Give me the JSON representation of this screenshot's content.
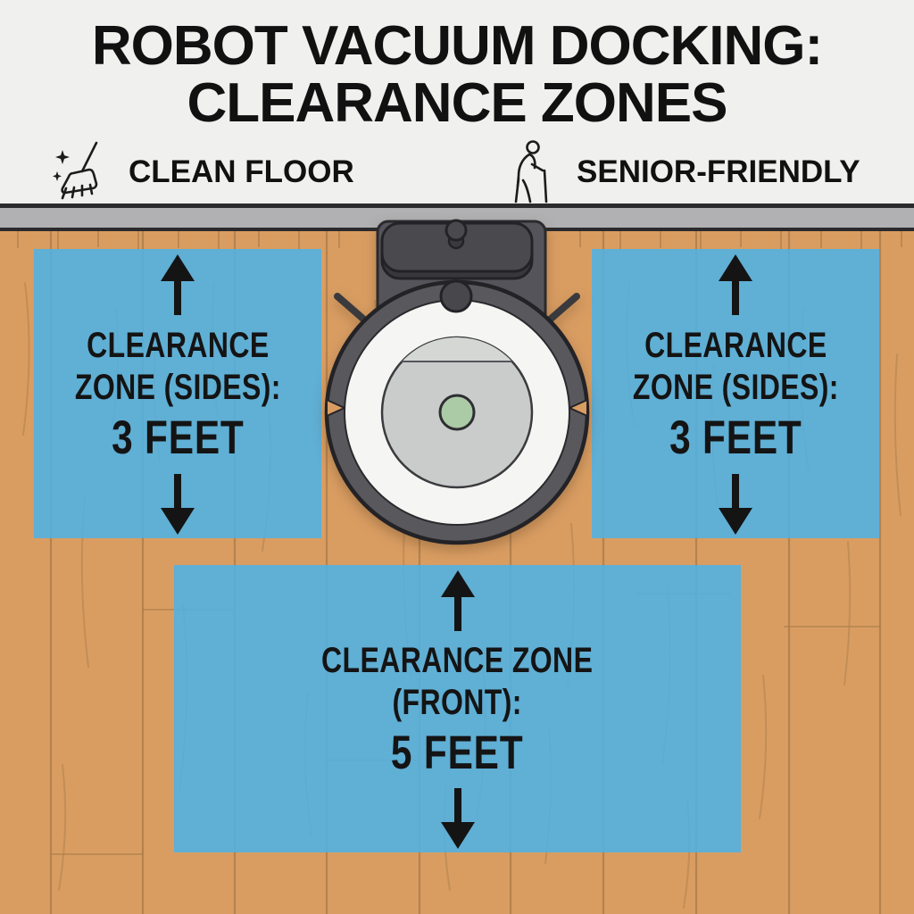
{
  "header": {
    "title_line1": "ROBOT VACUUM DOCKING:",
    "title_line2": "CLEARANCE ZONES",
    "badges": [
      {
        "icon": "broom-sparkles-icon",
        "label": "CLEAN FLOOR"
      },
      {
        "icon": "senior-walking-cane-icon",
        "label": "SENIOR-FRIENDLY"
      }
    ]
  },
  "diagram": {
    "zones": {
      "left": {
        "line1": "CLEARANCE",
        "line2": "ZONE (SIDES):",
        "value": "3 FEET"
      },
      "right": {
        "line1": "CLEARANCE",
        "line2": "ZONE (SIDES):",
        "value": "3 FEET"
      },
      "front": {
        "line1": "CLEARANCE ZONE",
        "line2": "(FRONT):",
        "value": "5 FEET"
      }
    },
    "objects": {
      "robot": "robot-vacuum-top-view",
      "dock": "docking-station",
      "wall": "wall",
      "floor": "wood-floor"
    }
  },
  "colors": {
    "zone_blue": "#5FB0D5",
    "floor_wood": "#D99D62",
    "wood_grain": "#A87A48",
    "wall_gray": "#B1B1B3",
    "header_bg": "#F0F0EE",
    "text_black": "#141414",
    "robot_dark_gray": "#49494E",
    "robot_white": "#F5F5F3",
    "robot_inner_gray": "#C9CCCA",
    "power_button_green": "#ABCAA6"
  }
}
